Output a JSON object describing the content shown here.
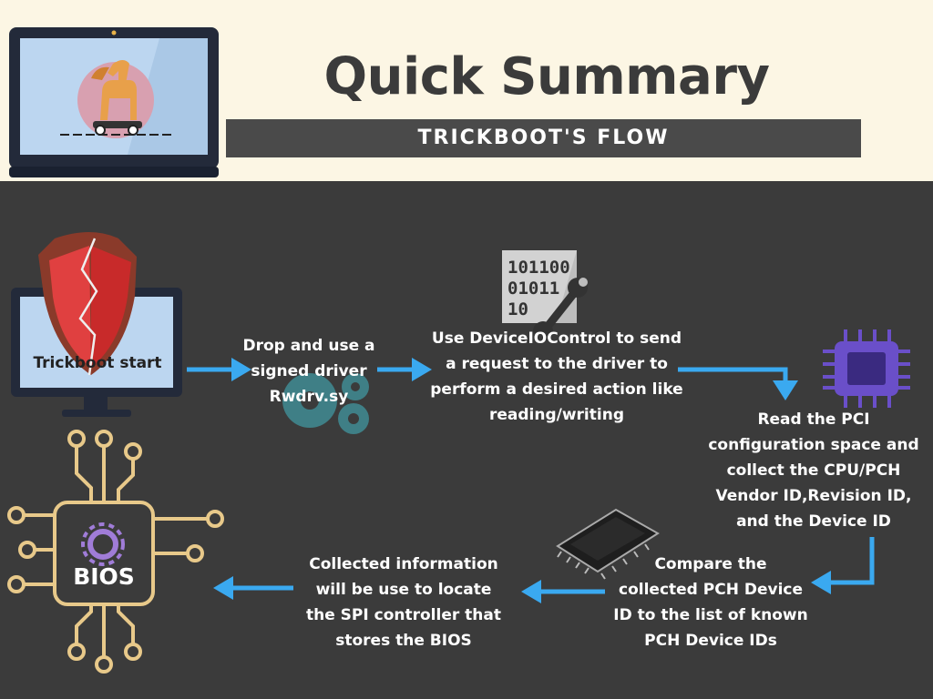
{
  "header": {
    "title": "Quick Summary",
    "subtitle": "TRICKBOOT'S FLOW"
  },
  "nodes": {
    "start_label": "Trickboot start",
    "bios_label": "BIOS"
  },
  "steps": [
    {
      "lines": [
        "Drop and use a",
        "signed driver",
        "Rwdrv.sy"
      ]
    },
    {
      "lines": [
        "Use DeviceIOControl to send",
        "a request to the driver to",
        "perform a desired action like",
        "reading/writing"
      ]
    },
    {
      "lines": [
        "Read the PCI",
        "configuration space and",
        "collect the CPU/PCH",
        "Vendor ID,Revision ID,",
        "and the Device ID"
      ]
    },
    {
      "lines": [
        "Compare the",
        "collected PCH Device",
        "ID to the list of known",
        "PCH Device IDs"
      ]
    },
    {
      "lines": [
        "Collected information",
        "will be use to locate",
        "the SPI controller that",
        "stores the BIOS"
      ]
    }
  ],
  "binary_icon": {
    "lines": [
      "101100",
      "01011",
      "10"
    ]
  },
  "colors": {
    "header_bg": "#fcf6e4",
    "dark_bg": "#3b3b3b",
    "arrow": "#3aa9f0",
    "shield_red": "#d93a3a",
    "gear_teal": "#3f7f86",
    "chip_purple": "#6a4fc9",
    "bios_gold": "#e8c98a"
  },
  "icons": [
    "laptop-trojan-icon",
    "monitor-shield-icon",
    "gears-icon",
    "binary-wrench-icon",
    "cpu-chip-icon",
    "memory-chip-icon",
    "bios-chip-icon"
  ]
}
